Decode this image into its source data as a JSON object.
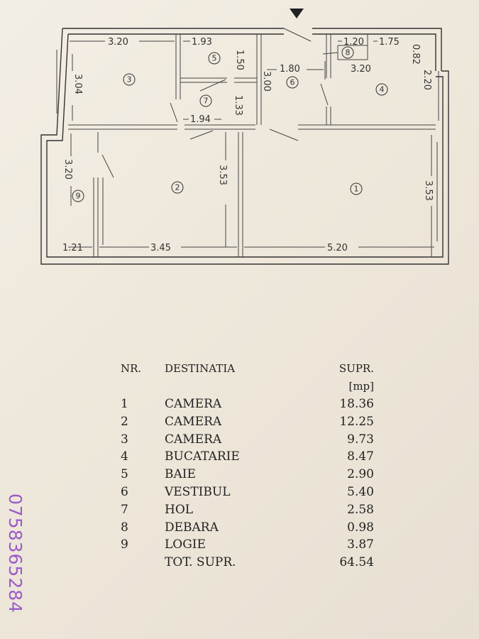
{
  "plan": {
    "rooms": [
      "1",
      "2",
      "3",
      "4",
      "5",
      "6",
      "7",
      "8",
      "9"
    ],
    "dimensions": [
      "3.20",
      "1.93",
      "1.20",
      "1.75",
      "0.82",
      "1.50",
      "1.80",
      "3.20",
      "3.04",
      "2.20",
      "3.00",
      "1.33",
      "1.94",
      "3.20",
      "3.53",
      "3.53",
      "1.21",
      "3.45",
      "5.20"
    ]
  },
  "legend": {
    "header": {
      "nr": "NR.",
      "destinatia": "DESTINATIA",
      "supr": "SUPR.",
      "unit": "[mp]"
    },
    "rows": [
      {
        "nr": "1",
        "destinatia": "CAMERA",
        "supr": "18.36"
      },
      {
        "nr": "2",
        "destinatia": "CAMERA",
        "supr": "12.25"
      },
      {
        "nr": "3",
        "destinatia": "CAMERA",
        "supr": "9.73"
      },
      {
        "nr": "4",
        "destinatia": "BUCATARIE",
        "supr": "8.47"
      },
      {
        "nr": "5",
        "destinatia": "BAIE",
        "supr": "2.90"
      },
      {
        "nr": "6",
        "destinatia": "VESTIBUL",
        "supr": "5.40"
      },
      {
        "nr": "7",
        "destinatia": "HOL",
        "supr": "2.58"
      },
      {
        "nr": "8",
        "destinatia": "DEBARA",
        "supr": "0.98"
      },
      {
        "nr": "9",
        "destinatia": "LOGIE",
        "supr": "3.87"
      }
    ],
    "total": {
      "label": "TOT. SUPR.",
      "supr": "64.54"
    }
  },
  "watermark": {
    "phone": "0758365284"
  },
  "colors": {
    "paper": "#efe9dd",
    "ink": "#333333",
    "watermark": "#9b5bc7"
  }
}
